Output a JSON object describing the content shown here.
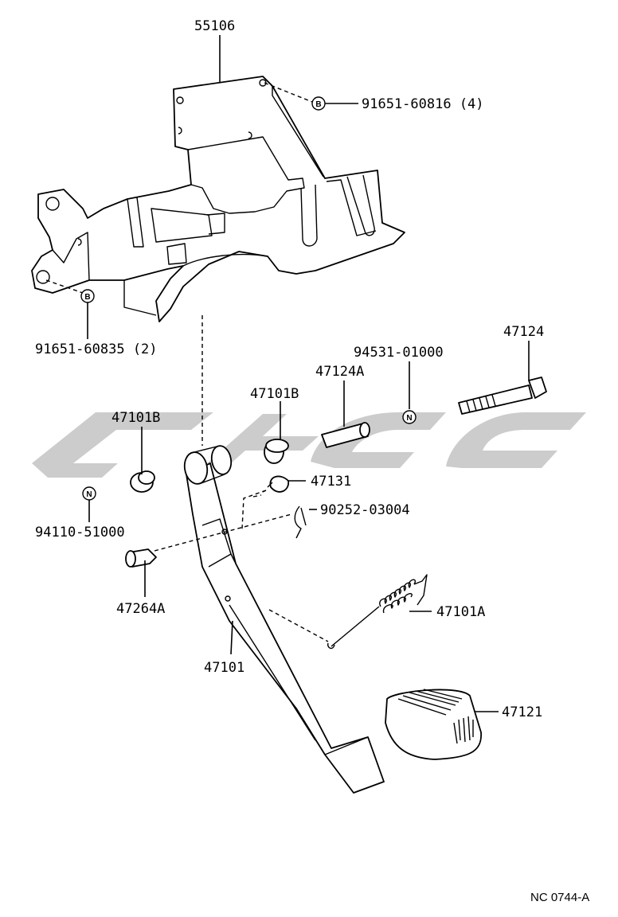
{
  "labels": {
    "bracket": "55106",
    "bolt_top": "91651-60816 (4)",
    "bolt_left": "91651-60835 (2)",
    "nut_right": "94531-01000",
    "bolt_pivot": "47124",
    "collar": "47124A",
    "bushing_upper": "47101B",
    "bushing_left": "47101B",
    "stopper": "47131",
    "clip": "90252-03004",
    "nut_left": "94110-51000",
    "pin": "47264A",
    "spring": "47101A",
    "pedal_arm": "47101",
    "pedal_pad": "47121",
    "diagram_code": "NC 0744-A"
  },
  "symbols": {
    "bolt_marker": "B",
    "nut_marker": "N"
  },
  "colors": {
    "line": "#000000",
    "watermark": "#b8b8b8",
    "background": "#ffffff"
  }
}
